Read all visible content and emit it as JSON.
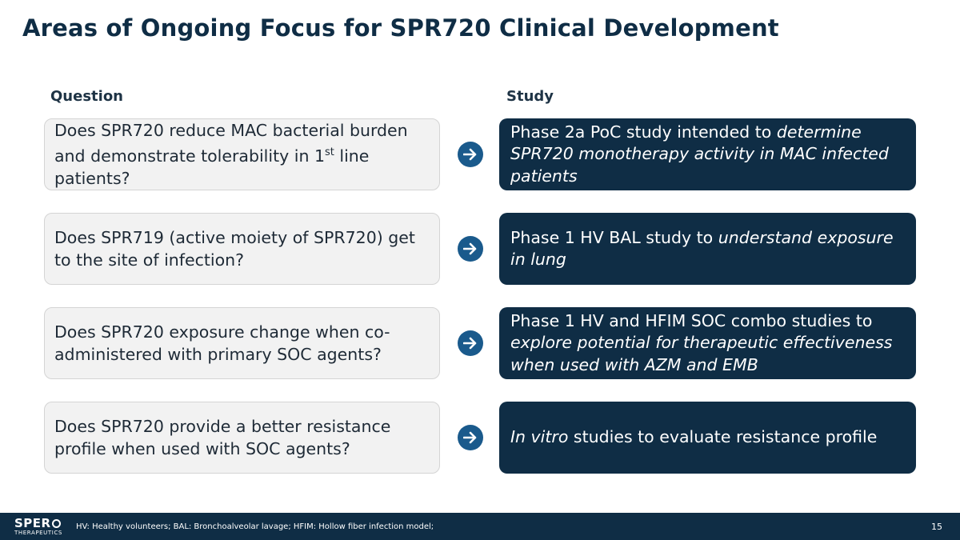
{
  "title": "Areas of Ongoing Focus for SPR720 Clinical Development",
  "headers": {
    "question": "Question",
    "study": "Study"
  },
  "rows": [
    {
      "question": [
        "Does SPR720 reduce MAC bacterial burden and demonstrate tolerability in 1",
        "st",
        " line patients?"
      ],
      "study": [
        "Phase 2a PoC study intended to ",
        "determine SPR720 monotherapy activity in MAC infected patients"
      ]
    },
    {
      "question": [
        "Does SPR719 (active moiety of SPR720) get to the site of infection?"
      ],
      "study": [
        "Phase 1 HV BAL study to ",
        "understand exposure in lung"
      ]
    },
    {
      "question": [
        "Does SPR720 exposure change when co-administered with primary SOC agents?"
      ],
      "study": [
        "Phase 1 HV and HFIM SOC combo studies to ",
        "explore potential for therapeutic effectiveness when used with AZM and EMB"
      ]
    },
    {
      "question": [
        "Does SPR720 provide a better resistance profile when used with SOC agents?"
      ],
      "study": [
        "In vitro",
        " studies to evaluate resistance profile"
      ]
    }
  ],
  "footer": {
    "logo_main": "SPER",
    "logo_sub": "THERAPEUTICS",
    "footnote": "HV: Healthy volunteers; BAL: Bronchoalveolar lavage; HFIM: Hollow fiber infection model;",
    "page_number": "15"
  },
  "colors": {
    "navy": "#0f2d45",
    "arrow": "#1a5a8c",
    "question_bg": "#f2f2f2"
  },
  "icons": {
    "row_arrow": "right-arrow-icon"
  }
}
